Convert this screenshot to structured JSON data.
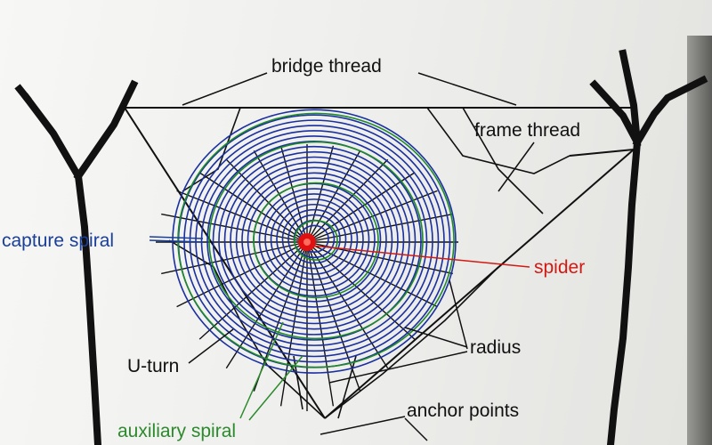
{
  "labels": {
    "bridge_thread": "bridge thread",
    "frame_thread": "frame thread",
    "capture_spiral": "capture spiral",
    "spider": "spider",
    "radius": "radius",
    "u_turn": "U-turn",
    "anchor_points": "anchor points",
    "auxiliary_spiral": "auxiliary spiral"
  },
  "colors": {
    "thread": "#111111",
    "capture_spiral": "#1a2fa0",
    "auxiliary_spiral": "#1f8a2a",
    "spider": "#e01010",
    "capture_label": "#1a3f9a",
    "auxiliary_label": "#2c8a2c"
  }
}
